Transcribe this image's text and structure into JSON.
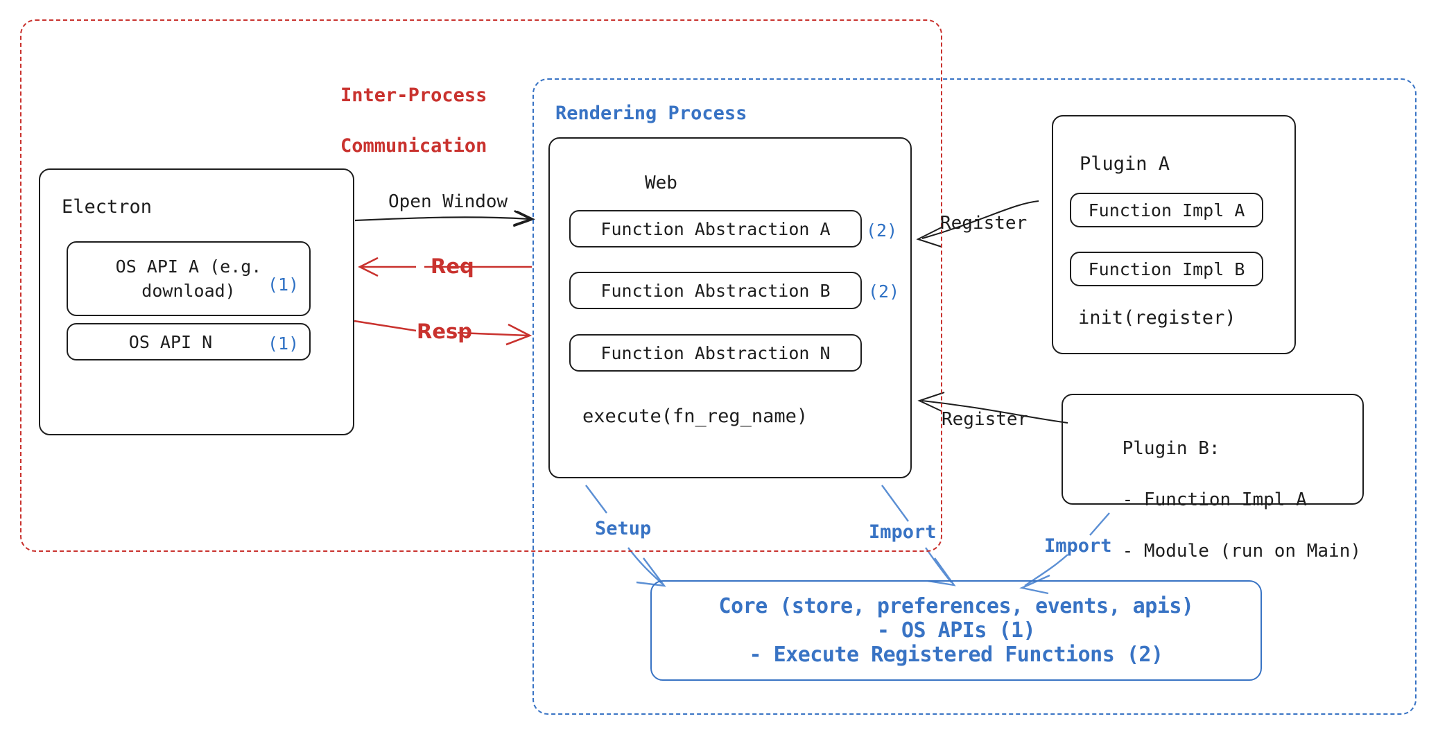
{
  "diagram": {
    "title": "Electron plugin architecture overview",
    "colors": {
      "red": "#c9322e",
      "blue": "#3873c4",
      "black": "#1e1e1e",
      "annotation_blue": "#2f71c4"
    },
    "groups": {
      "ipc": {
        "label_line1": "Inter-Process",
        "label_line2": "Communication",
        "style": "dashed",
        "color": "#c9322e"
      },
      "rendering_process": {
        "label": "Rendering Process",
        "style": "dashed",
        "color": "#3873c4"
      }
    },
    "electron": {
      "title": "Electron",
      "items": [
        {
          "label": "OS API A (e.g.\ndownload)",
          "annotation": "(1)"
        },
        {
          "label": "OS API N",
          "annotation": "(1)"
        }
      ]
    },
    "web": {
      "title": "Web",
      "items": [
        {
          "label": "Function Abstraction A",
          "annotation": "(2)"
        },
        {
          "label": "Function Abstraction B",
          "annotation": "(2)"
        },
        {
          "label": "Function Abstraction N",
          "annotation": ""
        }
      ],
      "footer": "execute(fn_reg_name)"
    },
    "plugin_a": {
      "title": "Plugin A",
      "items": [
        {
          "label": "Function Impl A"
        },
        {
          "label": "Function Impl B"
        }
      ],
      "footer": "init(register)"
    },
    "plugin_b": {
      "lines": [
        "Plugin B:",
        "- Function Impl A",
        "- Module (run on Main)"
      ]
    },
    "core": {
      "lines": [
        "Core (store, preferences, events, apis)",
        "- OS APIs (1)",
        "- Execute Registered Functions (2)"
      ]
    },
    "edges": [
      {
        "name": "open-window",
        "label": "Open Window",
        "color": "#1e1e1e",
        "from": "electron",
        "to": "web"
      },
      {
        "name": "req",
        "label": "Req",
        "color": "#c9322e",
        "from": "web",
        "to": "electron"
      },
      {
        "name": "resp",
        "label": "Resp",
        "color": "#c9322e",
        "from": "electron",
        "to": "web"
      },
      {
        "name": "register-plugin-a",
        "label": "Register",
        "color": "#1e1e1e",
        "from": "plugin-a",
        "to": "web"
      },
      {
        "name": "register-plugin-b",
        "label": "Register",
        "color": "#1e1e1e",
        "from": "plugin-b",
        "to": "web"
      },
      {
        "name": "setup",
        "label": "Setup",
        "color": "#3873c4",
        "from": "web",
        "to": "core"
      },
      {
        "name": "import-web",
        "label": "Import",
        "color": "#3873c4",
        "from": "web",
        "to": "core"
      },
      {
        "name": "import-plugin-b",
        "label": "Import",
        "color": "#3873c4",
        "from": "plugin-b",
        "to": "core"
      }
    ]
  }
}
